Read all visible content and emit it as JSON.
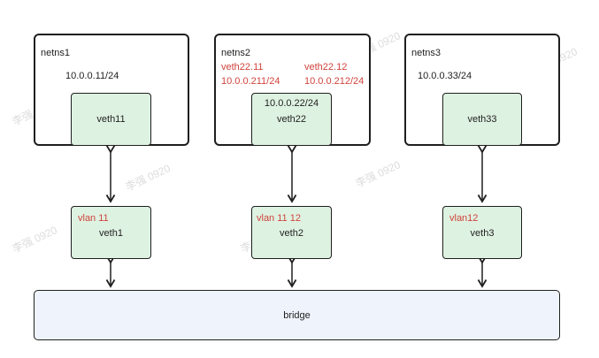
{
  "namespaces": [
    {
      "name": "netns1",
      "ips": [
        "10.0.0.11/24"
      ]
    },
    {
      "name": "netns2",
      "vlan_labels": [
        {
          "iface": "veth22.11",
          "ip": "10.0.0.211/24"
        },
        {
          "iface": "veth22.12",
          "ip": "10.0.0.212/24"
        }
      ],
      "ips": [
        "10.0.0.22/24"
      ]
    },
    {
      "name": "netns3",
      "ips": [
        "10.0.0.33/24"
      ]
    }
  ],
  "ns_veths": [
    "veth11",
    "veth22",
    "veth33"
  ],
  "host_veths": [
    {
      "vlan": "vlan 11",
      "name": "veth1"
    },
    {
      "vlan": "vlan 11 12",
      "name": "veth2"
    },
    {
      "vlan": "vlan12",
      "name": "veth3"
    }
  ],
  "bridge": {
    "label": "bridge"
  },
  "watermark": "李强 0920",
  "colors": {
    "vlan_text": "#d0433c",
    "veth_fill": "#def2e1",
    "bridge_fill": "#eef3fc",
    "stroke": "#1f1f1f"
  }
}
